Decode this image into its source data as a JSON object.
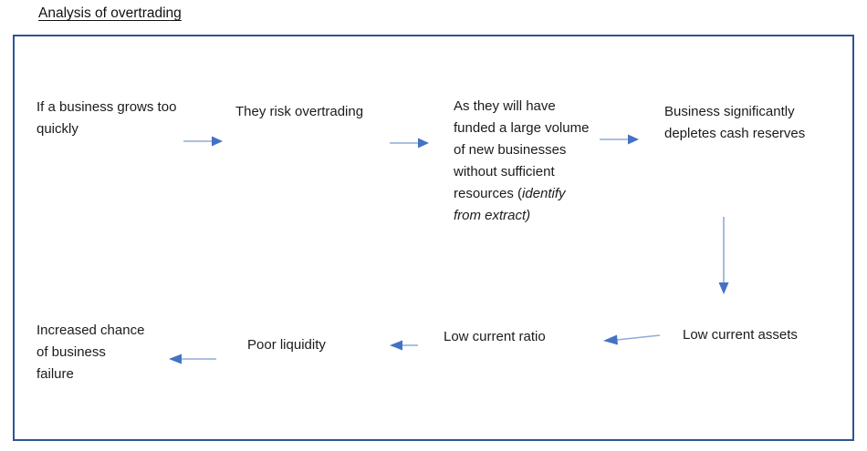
{
  "title": "Analysis of overtrading",
  "diagram": {
    "nodes": {
      "grows": "If a business grows too quickly",
      "risk": "They risk overtrading",
      "funded_normal": "As they will have funded a large volume of new businesses without sufficient resources (",
      "funded_italic": "identify from extract)",
      "depletes": "Business significantly depletes cash reserves",
      "low_assets": "Low current assets",
      "low_ratio": "Low current ratio",
      "poor_liquidity": "Poor liquidity",
      "failure": "Increased chance of business failure"
    },
    "colors": {
      "frame_border": "#2f5496",
      "arrow_shaft": "#8faadc",
      "arrow_head": "#4472c4",
      "text": "#1b1b1b"
    }
  }
}
